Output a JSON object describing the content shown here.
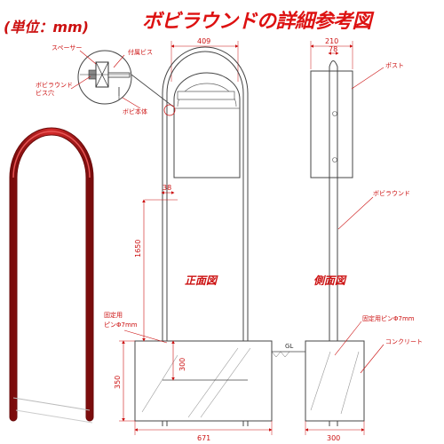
{
  "header": {
    "unit": "(単位：mm)",
    "title": "ボビラウンドの詳細参考図"
  },
  "labels": {
    "spacer": "スペーサー",
    "screw_top": "付属ビス",
    "round_screw_1": "ボビラウンド",
    "round_screw_2": "ビス穴",
    "bobi_body": "ボビ本体",
    "post": "ポスト",
    "bobi_round": "ボビラウンド",
    "pin_front_1": "固定用",
    "pin_front_2": "ピンΦ7mm",
    "pin_side": "固定用ピンΦ7mm",
    "concrete": "コンクリート",
    "gl": "GL"
  },
  "dimensions": {
    "top_width": "409",
    "side_width": "210",
    "side_inner": "78",
    "inner_gap": "38",
    "height": "1650",
    "depth_side": "350",
    "embed": "300",
    "base_width": "671",
    "base_side": "300"
  },
  "views": {
    "front": "正面図",
    "side": "側面図"
  },
  "colors": {
    "accent": "#cc1111",
    "red_frame": "#b01818",
    "line": "#444444"
  }
}
